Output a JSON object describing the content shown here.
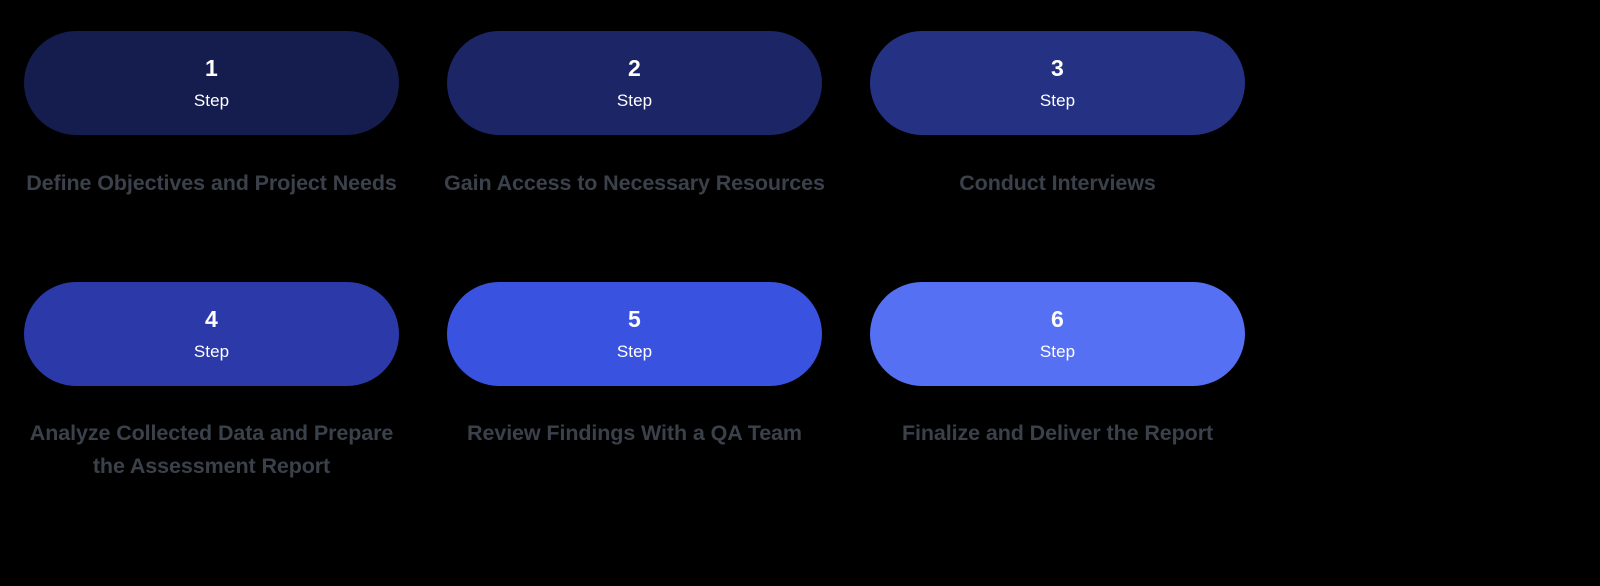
{
  "page": {
    "background_color": "#000000",
    "caption_color": "#3b414b",
    "pill_text_color": "#ffffff"
  },
  "steps": [
    {
      "number": "1",
      "step_label": "Step",
      "caption": "Define Objectives and Project Needs",
      "color": "#141d4d"
    },
    {
      "number": "2",
      "step_label": "Step",
      "caption": "Gain Access to Necessary Resources",
      "color": "#1c2566"
    },
    {
      "number": "3",
      "step_label": "Step",
      "caption": "Conduct Interviews",
      "color": "#253183"
    },
    {
      "number": "4",
      "step_label": "Step",
      "caption": "Analyze Collected Data and Prepare the Assessment Report",
      "color": "#2b3aa8"
    },
    {
      "number": "5",
      "step_label": "Step",
      "caption": "Review Findings With a QA Team",
      "color": "#3a52e0"
    },
    {
      "number": "6",
      "step_label": "Step",
      "caption": "Finalize and Deliver the Report",
      "color": "#5570f2"
    }
  ]
}
